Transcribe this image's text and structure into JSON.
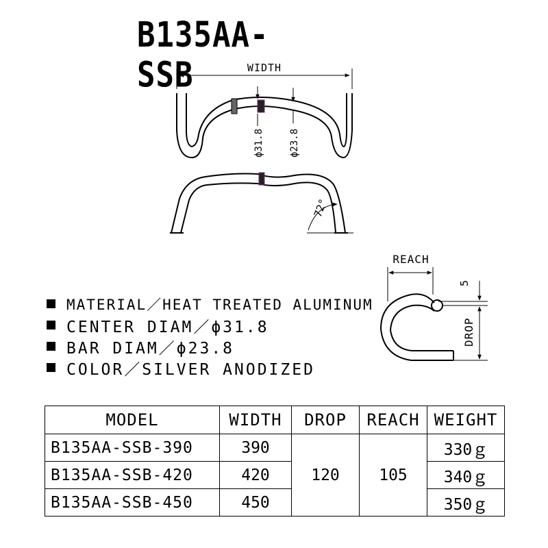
{
  "title": "B135AA-SSB",
  "drawing": {
    "width_label": "WIDTH",
    "center_diam_label": "ϕ31.8",
    "bar_diam_label": "ϕ23.8",
    "flare_angle_label": "72°",
    "reach_label": "REACH",
    "drop_label": "DROP",
    "drop_offset_label": "5"
  },
  "specs": [
    "MATERIAL／HEAT TREATED ALUMINUM",
    "CENTER DIAM／ϕ31.8",
    "BAR DIAM／ϕ23.8",
    "COLOR／SILVER ANODIZED"
  ],
  "table": {
    "headers": {
      "model": "MODEL",
      "width": "WIDTH",
      "drop": "DROP",
      "reach": "REACH",
      "weight": "WEIGHT"
    },
    "drop_value": "120",
    "reach_value": "105",
    "rows": [
      {
        "model": "B135AA-SSB-390",
        "width": "390",
        "weight": "330ｇ"
      },
      {
        "model": "B135AA-SSB-420",
        "width": "420",
        "weight": "340ｇ"
      },
      {
        "model": "B135AA-SSB-450",
        "width": "450",
        "weight": "350ｇ"
      }
    ]
  }
}
